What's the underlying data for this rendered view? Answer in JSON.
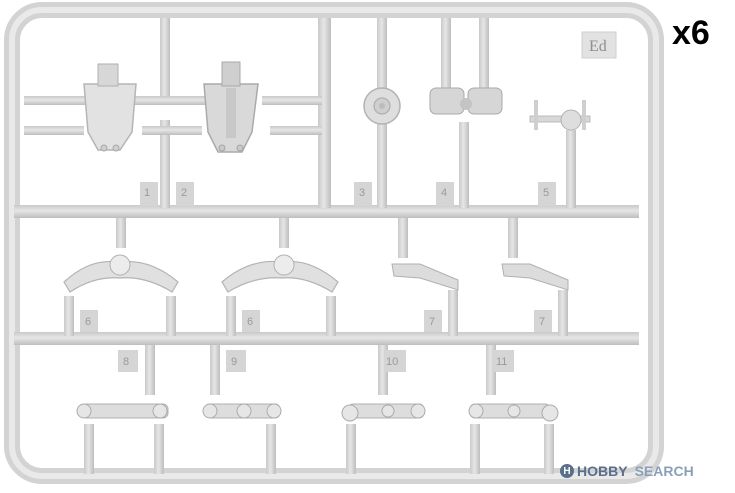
{
  "sprue": {
    "tag": "Ed",
    "quantity_label": "x6",
    "part_numbers": [
      "1",
      "2",
      "3",
      "4",
      "5",
      "6",
      "6",
      "7",
      "7",
      "8",
      "9",
      "10",
      "11"
    ],
    "colors": {
      "plastic": "#dcdcdc",
      "plastic_shadow": "#b9b9b9",
      "number": "#9a9a9a",
      "background": "#ffffff"
    }
  },
  "watermark": {
    "brand": "HOBBY",
    "word": "SEARCH"
  }
}
